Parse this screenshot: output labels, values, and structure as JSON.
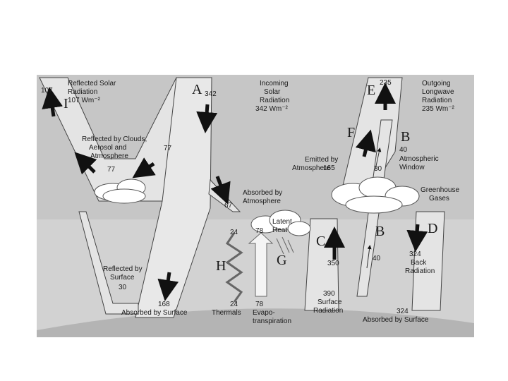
{
  "colors": {
    "background": "#ffffff",
    "panel": "#d2d2d2",
    "panel_upper": "#c8c8c8",
    "beam": "#e4e4e4",
    "earth": "#b4b4b4",
    "arrow": "#111111",
    "text": "#1a1a1a"
  },
  "letters": {
    "a": "A",
    "b_upper": "B",
    "b_lower": "B",
    "c": "C",
    "d": "D",
    "e": "E",
    "f": "F",
    "g": "G",
    "h": "H",
    "i": "I"
  },
  "reflected_solar": {
    "value": "107",
    "label": [
      "Reflected Solar",
      "Radiation",
      "107 Wm⁻²"
    ]
  },
  "incoming_solar": {
    "value": "342",
    "label": [
      "Incoming",
      "Solar",
      "Radiation",
      "342 Wm⁻²"
    ]
  },
  "outgoing_longwave": {
    "value": "235",
    "label": [
      "Outgoing",
      "Longwave",
      "Radiation",
      "235 Wm⁻²"
    ]
  },
  "reflected_clouds": {
    "label": [
      "Reflected by Clouds,",
      "Aerosol and",
      "Atmosphere"
    ],
    "value": "77",
    "value_beam": "77"
  },
  "absorbed_atmosphere": {
    "value": "67",
    "label": [
      "Absorbed by",
      "Atmosphere"
    ]
  },
  "emitted_atmosphere": {
    "label": [
      "Emitted by",
      "Atmosphere"
    ],
    "value": "165",
    "value_window": "30"
  },
  "atmospheric_window": {
    "value": "40",
    "label": [
      "Atmospheric",
      "Window"
    ],
    "value_lower": "40"
  },
  "greenhouse": {
    "label": [
      "Greenhouse",
      "Gases"
    ]
  },
  "latent_heat": {
    "label": [
      "Latent",
      "Heat"
    ],
    "value": "78"
  },
  "thermals": {
    "value_top": "24",
    "value_bottom": "24",
    "label": "Thermals"
  },
  "evapotranspiration": {
    "value": "78",
    "label": [
      "Evapo-",
      "transpiration"
    ]
  },
  "reflected_surface": {
    "label": [
      "Reflected by",
      "Surface"
    ],
    "value": "30"
  },
  "absorbed_surface_solar": {
    "value": "168",
    "label": "Absorbed by Surface"
  },
  "surface_radiation": {
    "value_upper": "350",
    "value": "390",
    "label": [
      "Surface",
      "Radiation"
    ]
  },
  "back_radiation": {
    "value": "324",
    "label": [
      "Back",
      "Radiation"
    ]
  },
  "absorbed_surface_back": {
    "value": "324",
    "label": "Absorbed by Surface"
  }
}
